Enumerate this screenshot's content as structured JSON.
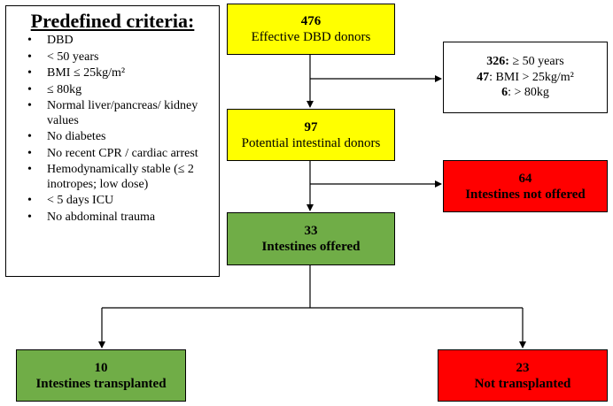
{
  "criteria": {
    "title": "Predefined criteria:",
    "items": [
      "DBD",
      "< 50 years",
      "BMI ≤ 25kg/m²",
      "≤ 80kg",
      "Normal liver/pancreas/ kidney values",
      "No diabetes",
      "No recent CPR / cardiac arrest",
      "Hemodynamically stable (≤ 2 inotropes; low dose)",
      "< 5 days ICU",
      "No abdominal trauma"
    ]
  },
  "nodes": {
    "effective": {
      "count": "476",
      "label": "Effective DBD donors",
      "color": "#ffff00"
    },
    "potential": {
      "count": "97",
      "label": "Potential intestinal donors",
      "color": "#ffff00"
    },
    "offered": {
      "count": "33",
      "label": "Intestines offered",
      "color": "#70ad47"
    },
    "not_offered": {
      "count": "64",
      "label": "Intestines not offered",
      "color": "#ff0000"
    },
    "transplanted": {
      "count": "10",
      "label": "Intestines transplanted",
      "color": "#70ad47"
    },
    "not_transplanted": {
      "count": "23",
      "label": "Not transplanted",
      "color": "#ff0000"
    }
  },
  "exclusions": [
    {
      "count": "326:",
      "label": " ≥ 50 years"
    },
    {
      "count": "47",
      "label": ": BMI > 25kg/m²"
    },
    {
      "count": "6",
      "label": ": > 80kg"
    }
  ]
}
